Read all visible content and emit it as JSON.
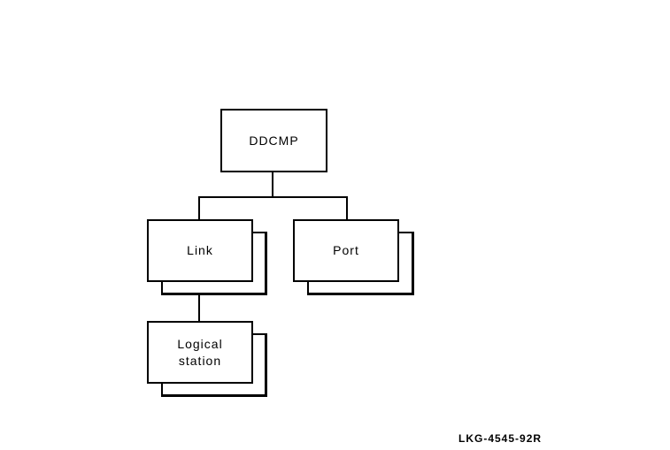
{
  "diagram": {
    "type": "hierarchy",
    "root": {
      "id": "ddcmp",
      "label": "DDCMP",
      "stacked": false
    },
    "nodes": [
      {
        "id": "link",
        "label": "Link",
        "parent": "ddcmp",
        "stacked": true
      },
      {
        "id": "port",
        "label": "Port",
        "parent": "ddcmp",
        "stacked": true
      },
      {
        "id": "logical-station",
        "label": "Logical\nstation",
        "parent": "link",
        "stacked": true
      }
    ],
    "edges": [
      {
        "from": "ddcmp",
        "to": "link"
      },
      {
        "from": "ddcmp",
        "to": "port"
      },
      {
        "from": "link",
        "to": "logical-station"
      }
    ],
    "figure_id": "LKG-4545-92R"
  }
}
